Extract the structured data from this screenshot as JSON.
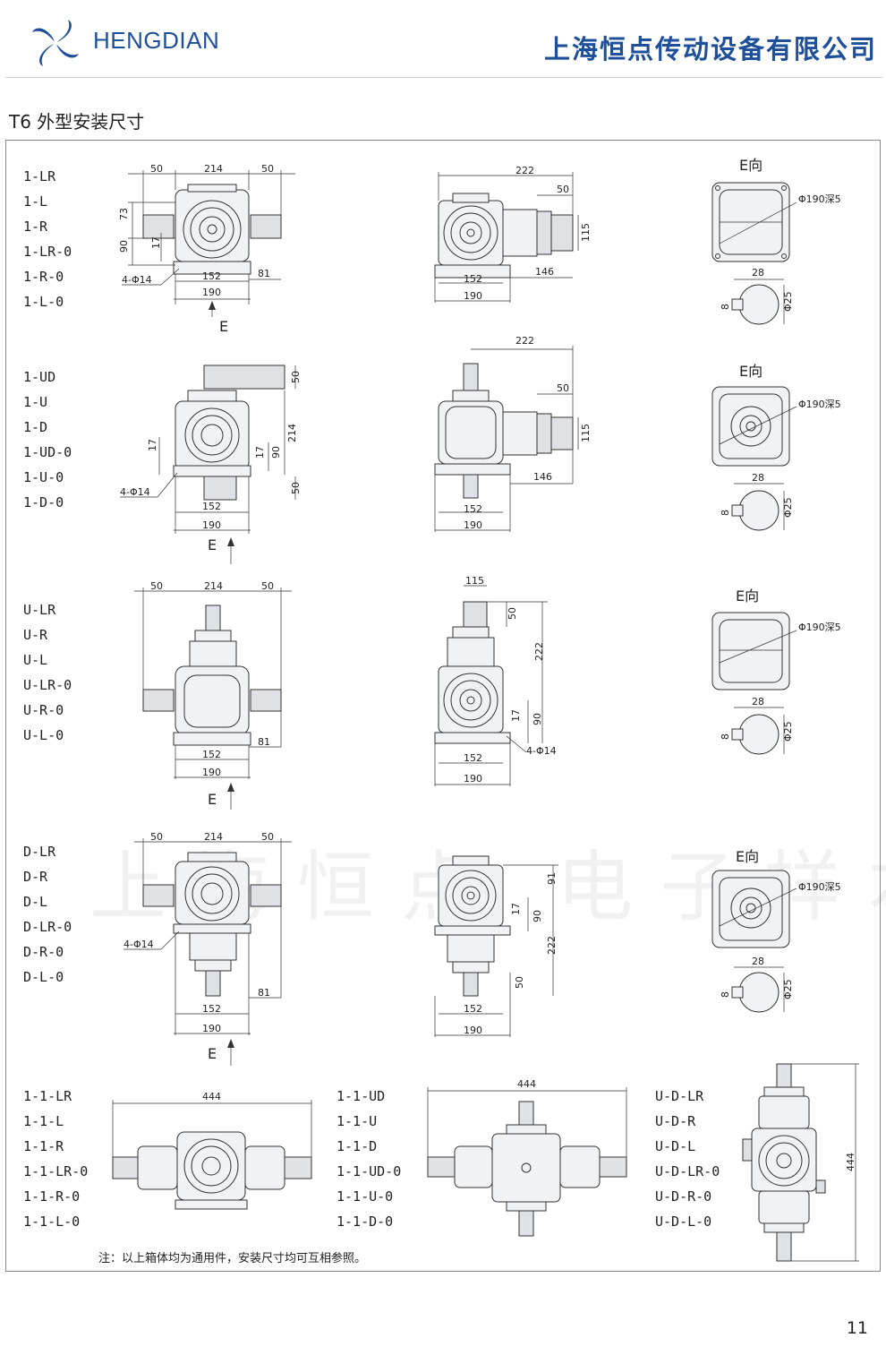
{
  "header": {
    "brand": "HENGDIAN",
    "company": "上海恒点传动设备有限公司",
    "logo_icon": "pinwheel-logo-icon",
    "brand_color": "#1e4f9a"
  },
  "title": "T6 外型安装尺寸",
  "watermark": "上海恒点 电子样本",
  "groups": [
    {
      "models": [
        "1-LR",
        "1-L",
        "1-R",
        "1-LR-0",
        "1-R-0",
        "1-L-0"
      ]
    },
    {
      "models": [
        "1-UD",
        "1-U",
        "1-D",
        "1-UD-0",
        "1-U-0",
        "1-D-0"
      ]
    },
    {
      "models": [
        "U-LR",
        "U-R",
        "U-L",
        "U-LR-0",
        "U-R-0",
        "U-L-0"
      ]
    },
    {
      "models": [
        "D-LR",
        "D-R",
        "D-L",
        "D-LR-0",
        "D-R-0",
        "D-L-0"
      ]
    }
  ],
  "bottom_groups": [
    {
      "models": [
        "1-1-LR",
        "1-1-L",
        "1-1-R",
        "1-1-LR-0",
        "1-1-R-0",
        "1-1-L-0"
      ]
    },
    {
      "models": [
        "1-1-UD",
        "1-1-U",
        "1-1-D",
        "1-1-UD-0",
        "1-1-U-0",
        "1-1-D-0"
      ]
    },
    {
      "models": [
        "U-D-LR",
        "U-D-R",
        "U-D-L",
        "U-D-LR-0",
        "U-D-R-0",
        "U-D-L-0"
      ]
    }
  ],
  "dims": {
    "d50": "50",
    "d214": "214",
    "d73": "73",
    "d90": "90",
    "d17": "17",
    "d152": "152",
    "d81": "81",
    "d190": "190",
    "d222": "222",
    "d115": "115",
    "d146": "146",
    "d91": "91",
    "d28": "28",
    "d8": "8",
    "d444": "444",
    "bolt": "4-Φ14",
    "bore": "Φ190深5",
    "shaft": "Φ25",
    "view_arrow": "E",
    "view_label": "E向"
  },
  "note": "注：以上箱体均为通用件，安装尺寸均可互相参照。",
  "page_number": "11"
}
